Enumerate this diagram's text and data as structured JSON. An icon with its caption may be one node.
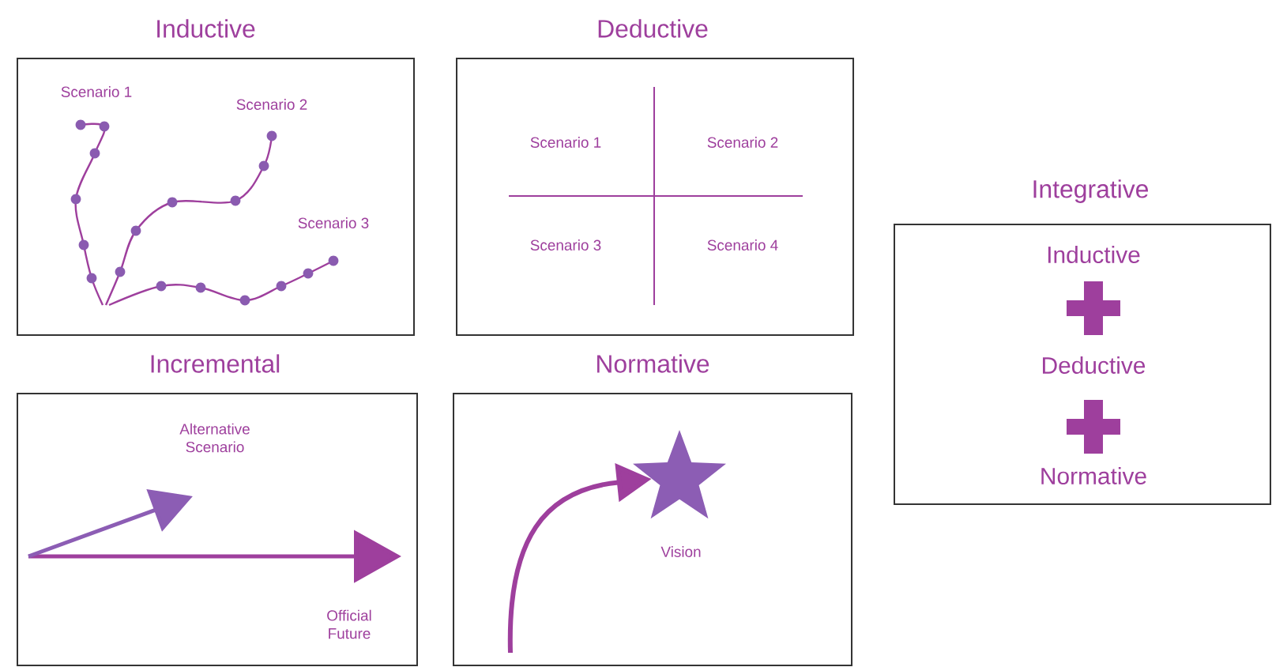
{
  "diagram": {
    "nodes": [
      {
        "text": [
          "Inductive",
          "Scenario 1",
          "Scenario 2",
          "Scenario 3"
        ]
      },
      {
        "text": [
          "Deductive",
          "Scenario 1",
          "Scenario 2",
          "Scenario 3",
          "Scenario 4"
        ]
      },
      {
        "text": [
          "Integrative",
          "Inductive",
          "Deductive",
          "Normative"
        ]
      },
      {
        "text": [
          "Incremental",
          "Alternative Scenario",
          "Official Future"
        ]
      },
      {
        "text": [
          "Normative"
        ]
      },
      {
        "text": [],
        "shape": "star",
        "beside": [
          "Vision"
        ],
        "in": 4
      }
    ],
    "edges": [
      {
        "from": null,
        "to": 5,
        "arrow": "to"
      }
    ]
  }
}
